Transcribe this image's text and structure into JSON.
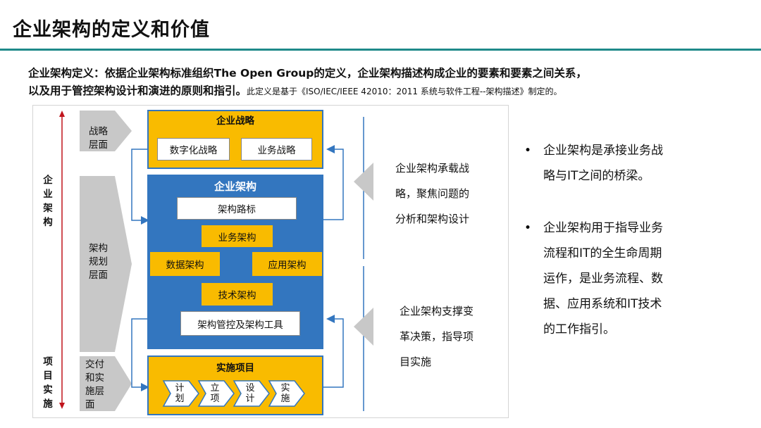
{
  "page": {
    "title": "企业架构的定义和价值",
    "intro_line1": "企业架构定义：依据企业架构标准组织The Open Group的定义，企业架构描述构成企业的要素和要素之间关系，",
    "intro_line2_bold": "以及用于管控架构设计和演进的原则和指引。",
    "intro_line2_small": "此定义是基于《ISO/IEC/IEEE 42010：2011 系统与软件工程--架构描述》制定的。"
  },
  "diagram": {
    "side_top": "企业架构",
    "side_bottom": "项目实施",
    "layers": [
      "战略\n层面",
      "架构\n规划\n层面",
      "交付\n和实\n施层\n面"
    ],
    "strategy": {
      "title": "企业战略",
      "items": [
        "数字化战略",
        "业务战略"
      ]
    },
    "architecture": {
      "title": "企业架构",
      "roadmap": "架构路标",
      "business": "业务架构",
      "data": "数据架构",
      "application": "应用架构",
      "technology": "技术架构",
      "governance": "架构管控及架构工具"
    },
    "project": {
      "title": "实施项目",
      "steps": [
        "计\n划",
        "立\n项",
        "设\n计",
        "实\n施"
      ]
    },
    "note_top": [
      "企业架构承载战",
      "略，聚焦问题的",
      "分析和架构设计"
    ],
    "note_bottom": [
      "企业架构支撑变",
      "革决策，指导项",
      "目实施"
    ]
  },
  "bullets": [
    {
      "marker": "•",
      "lines": [
        "企业架构是承接业务战",
        "略与IT之间的桥梁。"
      ]
    },
    {
      "marker": "•",
      "lines": [
        "企业架构用于指导业务",
        "流程和IT的全生命周期",
        "运作，是业务流程、数",
        "据、应用系统和IT技术",
        "的工作指引。"
      ]
    }
  ],
  "colors": {
    "accent": "#1f8a8a",
    "yellow": "#f9bb00",
    "blue": "#3376bf",
    "gray": "#c8c8c8",
    "arrow_red": "#c0141c"
  }
}
